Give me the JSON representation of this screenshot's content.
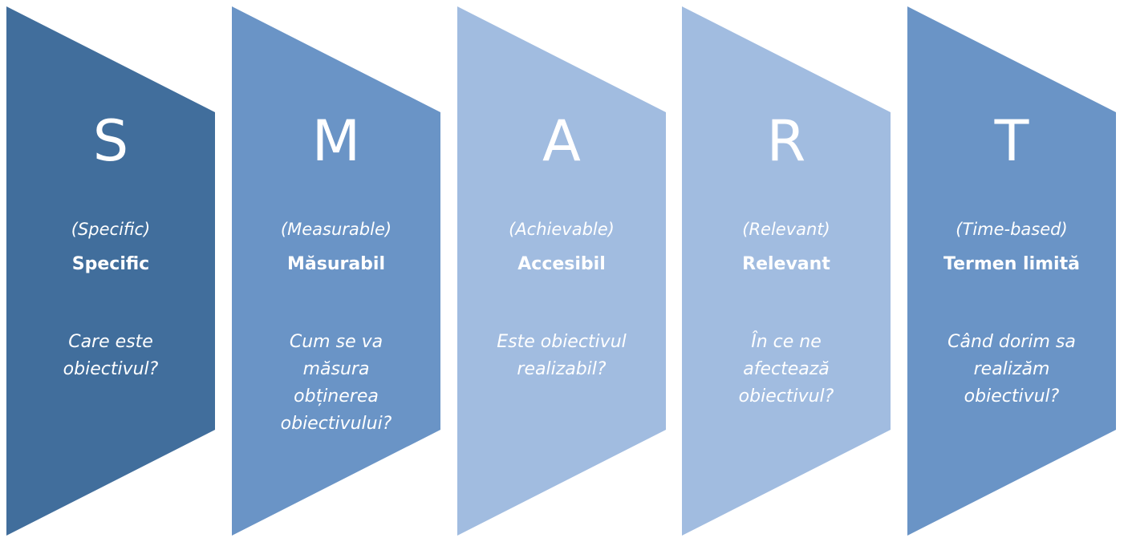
{
  "colors": {
    "dark": "#416e9c",
    "medium": "#6a94c6",
    "light": "#a1bce0"
  },
  "items": [
    {
      "letter": "S",
      "english": "(Specific)",
      "word": "Specific",
      "question": "Care este obiectivul?",
      "color": "#416e9c"
    },
    {
      "letter": "M",
      "english": "(Measurable)",
      "word": "Măsurabil",
      "question": "Cum se va măsura obținerea obiectivului?",
      "color": "#6a94c6"
    },
    {
      "letter": "A",
      "english": "(Achievable)",
      "word": "Accesibil",
      "question": "Este obiectivul realizabil?",
      "color": "#a1bce0"
    },
    {
      "letter": "R",
      "english": "(Relevant)",
      "word": "Relevant",
      "question": "În ce ne afectează obiectivul?",
      "color": "#a1bce0"
    },
    {
      "letter": "T",
      "english": "(Time-based)",
      "word": "Termen limită",
      "question": "Când dorim sa realizăm obiectivul?",
      "color": "#6a94c6"
    }
  ]
}
